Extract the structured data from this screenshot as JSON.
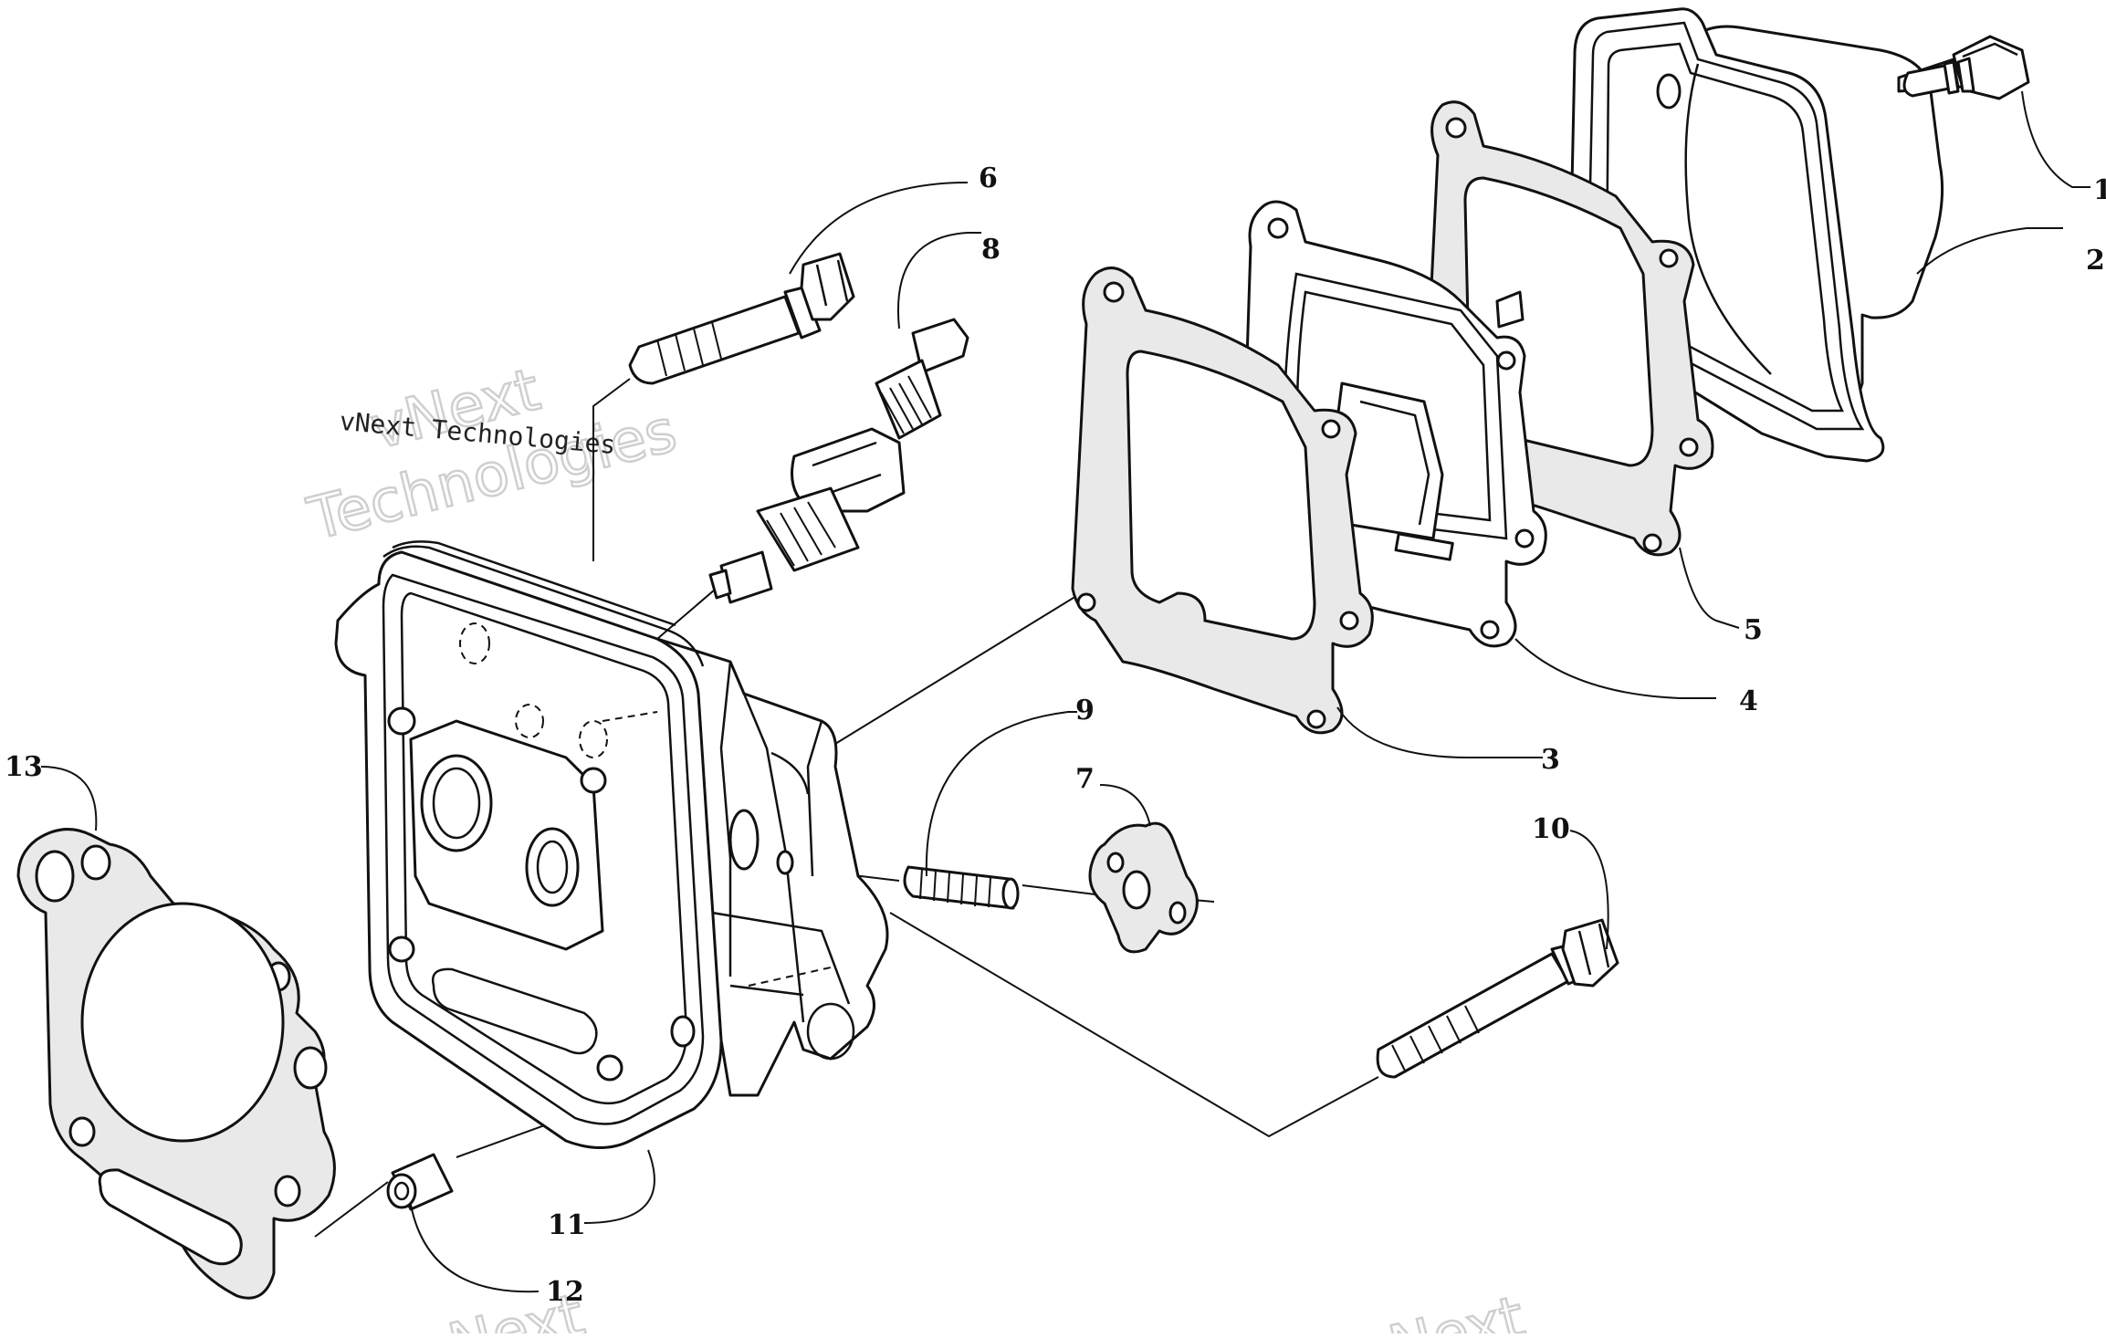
{
  "callouts": [
    {
      "id": "1",
      "label": "1"
    },
    {
      "id": "2",
      "label": "2"
    },
    {
      "id": "3",
      "label": "3"
    },
    {
      "id": "4",
      "label": "4"
    },
    {
      "id": "5",
      "label": "5"
    },
    {
      "id": "6",
      "label": "6"
    },
    {
      "id": "7",
      "label": "7"
    },
    {
      "id": "8",
      "label": "8"
    },
    {
      "id": "9",
      "label": "9"
    },
    {
      "id": "10",
      "label": "10"
    },
    {
      "id": "11",
      "label": "11"
    },
    {
      "id": "12",
      "label": "12"
    },
    {
      "id": "13",
      "label": "13"
    }
  ],
  "watermark": {
    "line_small": "vNext Technologies",
    "big_line1": "vNext",
    "big_line2": "Technologies"
  }
}
